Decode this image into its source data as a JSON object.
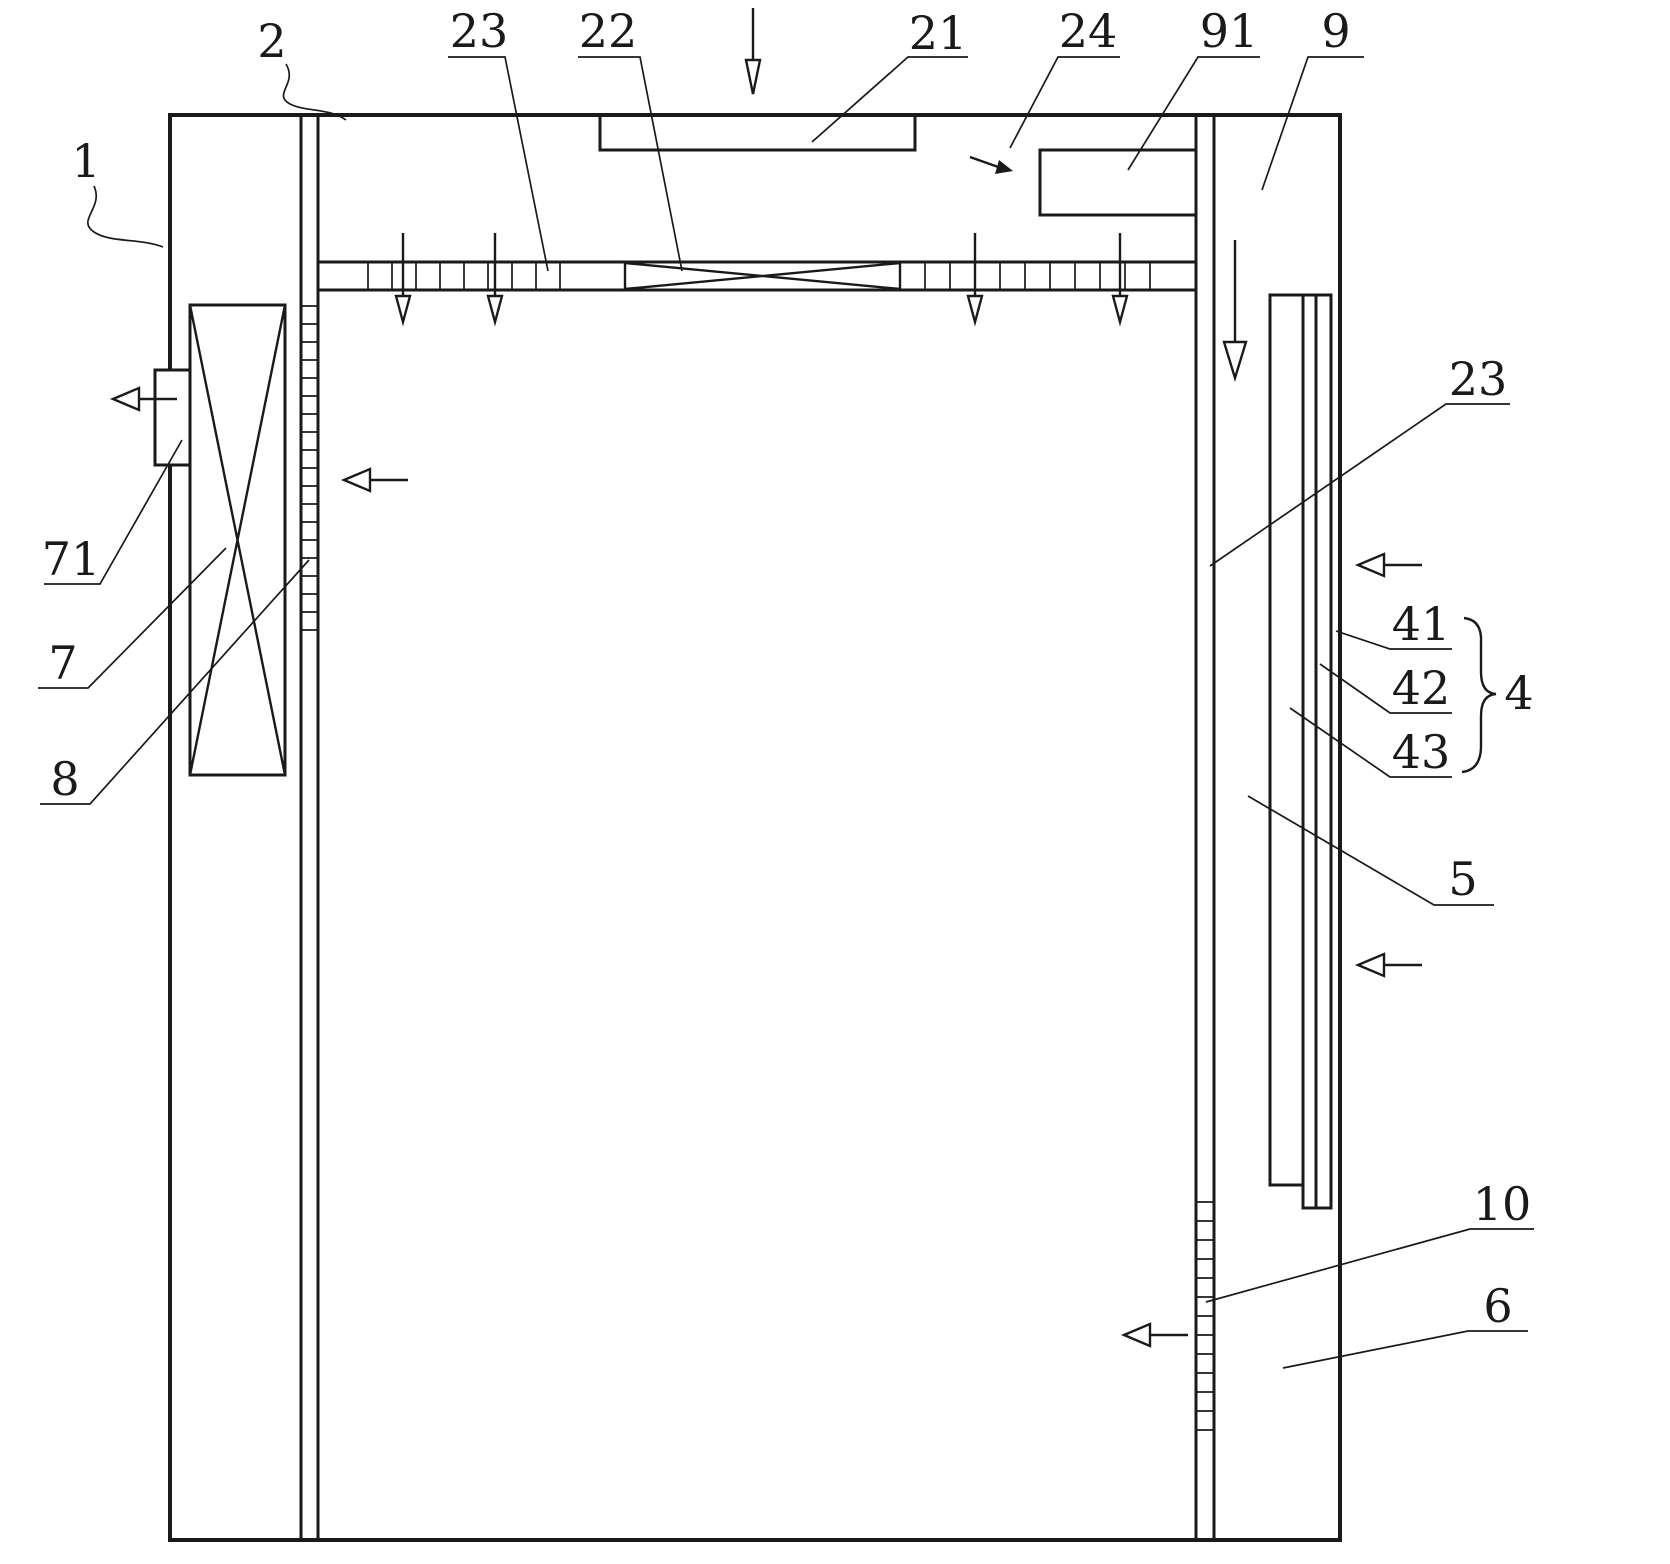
{
  "figure": {
    "colors": {
      "ink": "#1a1a1a",
      "paper": "#ffffff"
    },
    "labels": {
      "ref1": "1",
      "ref2": "2",
      "ref23_top": "23",
      "ref22": "22",
      "ref21": "21",
      "ref24": "24",
      "ref91": "91",
      "ref9": "9",
      "ref71": "71",
      "ref7": "7",
      "ref8": "8",
      "ref23_right": "23",
      "ref41": "41",
      "ref42": "42",
      "ref43": "43",
      "ref4": "4",
      "ref5": "5",
      "ref10": "10",
      "ref6": "6"
    }
  }
}
